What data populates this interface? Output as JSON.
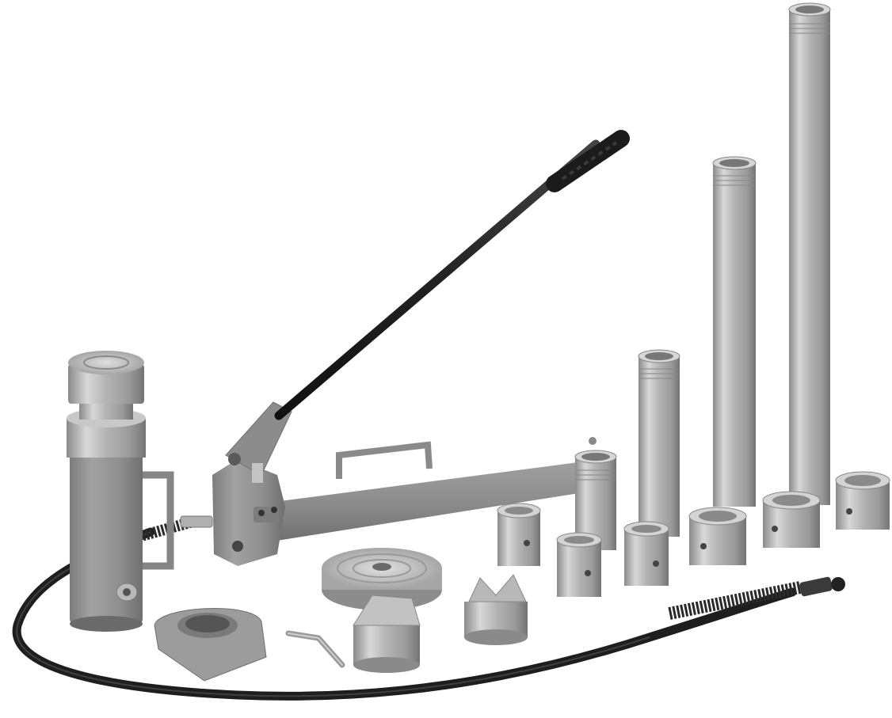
{
  "image": {
    "kind": "product-photo",
    "subject": "hydraulic-body-repair-kit",
    "background_color": "#ffffff",
    "palette": {
      "paint_gray": "#8f8f8f",
      "paint_gray_dark": "#6e6e6e",
      "steel_light": "#c9c9c9",
      "steel_mid": "#a8a8a8",
      "steel_dark": "#7a7a7a",
      "black_parts": "#2a2a2a"
    },
    "components": [
      "hydraulic-ram",
      "hand-pump",
      "pump-handle",
      "hydraulic-hose",
      "extension-tube",
      "coupler",
      "flat-base",
      "v-base",
      "wedge-head",
      "clamp-toe",
      "release-key"
    ]
  }
}
